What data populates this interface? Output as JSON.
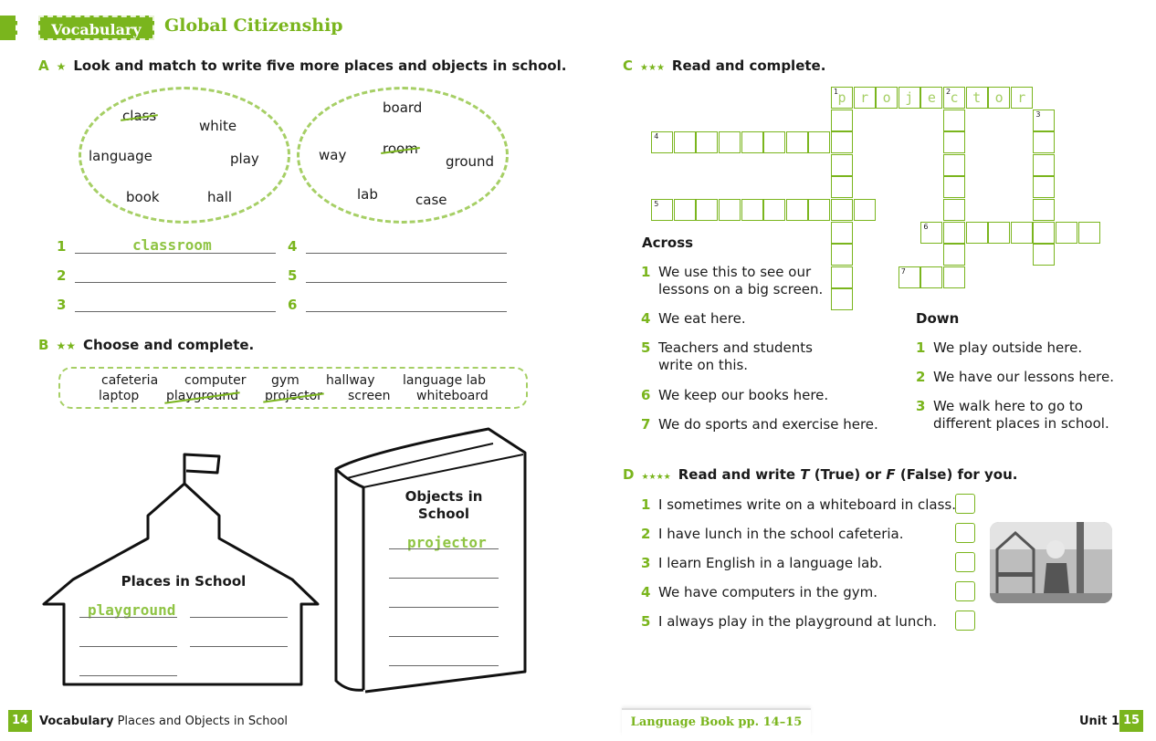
{
  "header": {
    "tag": "Vocabulary",
    "title": "Global Citizenship"
  },
  "section_a": {
    "letter": "A",
    "stars": "★",
    "instruction": "Look and match to write five more places and objects in school.",
    "oval1": [
      "class",
      "white",
      "language",
      "play",
      "book",
      "hall"
    ],
    "oval2": [
      "board",
      "way",
      "room",
      "ground",
      "lab",
      "case"
    ],
    "answers": [
      "classroom",
      "",
      "",
      "",
      "",
      ""
    ],
    "numbers": [
      "1",
      "2",
      "3",
      "4",
      "5",
      "6"
    ]
  },
  "section_b": {
    "letter": "B",
    "stars": "★★",
    "instruction": "Choose and complete.",
    "words_row1": [
      "cafeteria",
      "computer",
      "gym",
      "hallway",
      "language lab"
    ],
    "words_row2": [
      "laptop",
      "playground",
      "projector",
      "screen",
      "whiteboard"
    ],
    "places_label": "Places in School",
    "places_answer": "playground",
    "objects_label_1": "Objects in",
    "objects_label_2": "School",
    "objects_answer": "projector"
  },
  "section_c": {
    "letter": "C",
    "stars": "★★★",
    "instruction": "Read and complete.",
    "across_title": "Across",
    "down_title": "Down",
    "across": [
      {
        "n": "1",
        "lines": [
          "We use this to see our",
          "lessons on a big screen."
        ]
      },
      {
        "n": "4",
        "lines": [
          "We eat here."
        ]
      },
      {
        "n": "5",
        "lines": [
          "Teachers and students",
          "write on this."
        ]
      },
      {
        "n": "6",
        "lines": [
          "We keep our books here."
        ]
      },
      {
        "n": "7",
        "lines": [
          "We do sports and exercise here."
        ]
      }
    ],
    "down": [
      {
        "n": "1",
        "lines": [
          "We play outside here."
        ]
      },
      {
        "n": "2",
        "lines": [
          "We have our lessons here."
        ]
      },
      {
        "n": "3",
        "lines": [
          "We walk here to go to",
          "different places in school."
        ]
      }
    ],
    "filled_word": [
      "p",
      "r",
      "o",
      "j",
      "e",
      "c",
      "t",
      "o",
      "r"
    ],
    "cell_numbers": [
      "1",
      "2",
      "3",
      "4",
      "5",
      "6",
      "7"
    ]
  },
  "section_d": {
    "letter": "D",
    "stars": "★★★★",
    "instruction_pre": "Read and write ",
    "t": "T",
    "true_word": " (True) or ",
    "f": "F",
    "false_word": " (False) for you.",
    "items": [
      {
        "n": "1",
        "text": "I sometimes write on a whiteboard in class."
      },
      {
        "n": "2",
        "text": "I have lunch in the school cafeteria."
      },
      {
        "n": "3",
        "text": "I learn English in a language lab."
      },
      {
        "n": "4",
        "text": "We have computers in the gym."
      },
      {
        "n": "5",
        "text": "I always play in the playground at lunch."
      }
    ]
  },
  "footer": {
    "left_page": "14",
    "left_bold": "Vocabulary",
    "left_text": "Places and Objects in School",
    "center": "Language Book pp. 14–15",
    "right_text": "Unit 1",
    "right_page": "15"
  },
  "colors": {
    "accent": "#7ab51d",
    "light_accent": "#a6cf65"
  }
}
